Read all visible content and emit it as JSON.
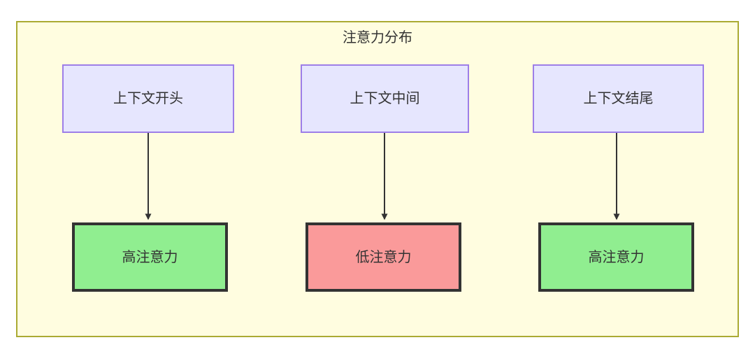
{
  "diagram": {
    "title": "注意力分布",
    "colors": {
      "container_fill": "#fffde0",
      "container_border": "#aaaa33",
      "context_fill": "#e6e6fe",
      "context_border": "#9d7ee8",
      "high_attention_fill": "#90ee90",
      "low_attention_fill": "#fa9a9a",
      "node_border": "#333333",
      "text": "#333333",
      "edge": "#333333"
    },
    "columns": [
      {
        "source": {
          "label": "上下文开头",
          "type": "context-segment"
        },
        "target": {
          "label": "高注意力",
          "type": "attention-high"
        },
        "edge": {
          "kind": "arrow",
          "direction": "down"
        }
      },
      {
        "source": {
          "label": "上下文中间",
          "type": "context-segment"
        },
        "target": {
          "label": "低注意力",
          "type": "attention-low"
        },
        "edge": {
          "kind": "arrow",
          "direction": "down"
        }
      },
      {
        "source": {
          "label": "上下文结尾",
          "type": "context-segment"
        },
        "target": {
          "label": "高注意力",
          "type": "attention-high"
        },
        "edge": {
          "kind": "arrow",
          "direction": "down"
        }
      }
    ]
  }
}
